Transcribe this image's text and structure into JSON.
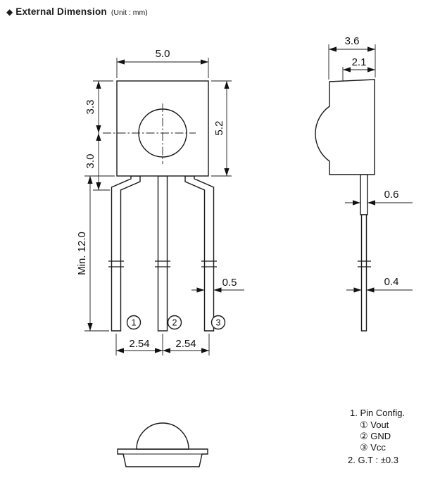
{
  "header": {
    "bullet": "◆",
    "title": "External Dimension",
    "unit": "(Unit : mm)"
  },
  "front_view": {
    "width_top": "5.0",
    "upper_height": "3.3",
    "lower_height": "3.0",
    "body_height": "5.2",
    "lead_length": "Min. 12.0",
    "lead_width": "0.5",
    "pitch_left": "2.54",
    "pitch_right": "2.54",
    "pin_labels": [
      "1",
      "2",
      "3"
    ]
  },
  "side_view": {
    "depth": "3.6",
    "lens_offset": "2.1",
    "lead_thickness": "0.6",
    "lead_tip_thickness": "0.4"
  },
  "notes": {
    "heading": "1. Pin Config.",
    "pin1": "① Vout",
    "pin2": "② GND",
    "pin3": "③ Vcc",
    "tolerance": "2. G.T : ±0.3"
  },
  "colors": {
    "line": "#1a1a1a",
    "background": "#ffffff"
  }
}
